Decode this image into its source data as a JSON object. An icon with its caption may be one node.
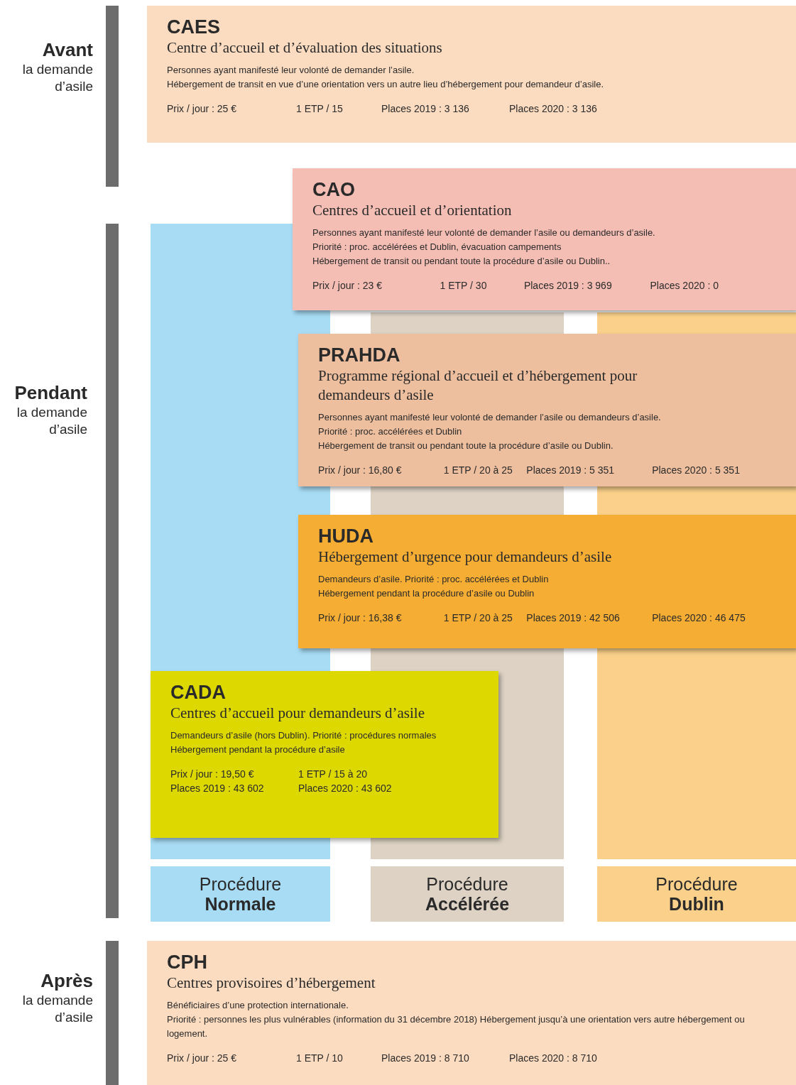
{
  "diagram": {
    "nodes": [
      {
        "text": [
          "CAES",
          "Centre d’accueil et d’évaluation des situations",
          "Personnes ayant manifesté leur volonté de demander l’asile.",
          "Hébergement de transit en vue d’une orientation vers un autre lieu d’hébergement pour demandeur d’asile.",
          "Prix / jour : 25 €",
          "1 ETP / 15",
          "Places 2019 : 3 136",
          "Places 2020 : 3 136"
        ]
      },
      {
        "text": [
          "CAO",
          "Centres d’accueil et d’orientation",
          "Personnes ayant manifesté leur volonté de demander l’asile ou demandeurs d’asile.",
          "Priorité : proc. accélérées et Dublin, évacuation campements",
          "Hébergement de transit ou pendant toute la procédure d’asile ou Dublin..",
          "Prix / jour : 23 €",
          "1 ETP / 30",
          "Places 2019 : 3 969",
          "Places 2020 : 0"
        ]
      },
      {
        "text": [
          "PRAHDA",
          "Programme régional d’accueil et d’hébergement pour demandeurs d’asile",
          "Personnes ayant manifesté leur volonté de demander l’asile ou demandeurs d’asile.",
          "Priorité : proc. accélérées et Dublin",
          "Hébergement de transit ou pendant toute la procédure d’asile ou Dublin.",
          "Prix / jour : 16,80 €",
          "1 ETP / 20 à 25",
          "Places 2019 : 5 351",
          "Places 2020 : 5 351"
        ]
      },
      {
        "text": [
          "HUDA",
          "Hébergement d’urgence pour demandeurs d’asile",
          "Demandeurs d’asile. Priorité : proc. accélérées et Dublin",
          "Hébergement pendant la procédure d’asile ou Dublin",
          "Prix / jour : 16,38 €",
          "1 ETP / 20 à 25",
          "Places 2019 : 42 506",
          "Places 2020 : 46 475"
        ]
      },
      {
        "text": [
          "CADA",
          "Centres d’accueil pour demandeurs d’asile",
          "Demandeurs d’asile (hors Dublin). Priorité : procédures normales",
          "Hébergement pendant la procédure d’asile",
          "Prix / jour : 19,50 €",
          "1 ETP / 15 à 20",
          "Places 2019 : 43 602",
          "Places 2020 : 43 602"
        ]
      },
      {
        "text": [
          "Procédure **Normale**"
        ]
      },
      {
        "text": [
          "Procédure **Accélérée**"
        ]
      },
      {
        "text": [
          "Procédure **Dublin**"
        ]
      },
      {
        "text": [
          "CPH",
          "Centres provisoires d’hébergement",
          "Bénéficiaires d’une protection internationale.",
          "Priorité : personnes les plus vulnérables (information du 31 décembre 2018) Hébergement jusqu’à une orientation vers autre hébergement ou logement.",
          "Prix / jour : 25 €",
          "1 ETP / 10",
          "Places 2019 : 8 710",
          "Places 2020 : 8 710"
        ]
      },
      {
        "text": [],
        "shape": "bar",
        "beside": [
          "Avant",
          "la demande d’asile"
        ]
      },
      {
        "text": [],
        "shape": "bar",
        "beside": [
          "Pendant",
          "la demande d’asile"
        ]
      },
      {
        "text": [],
        "shape": "bar",
        "beside": [
          "Après",
          "la demande d’asile"
        ]
      }
    ]
  }
}
